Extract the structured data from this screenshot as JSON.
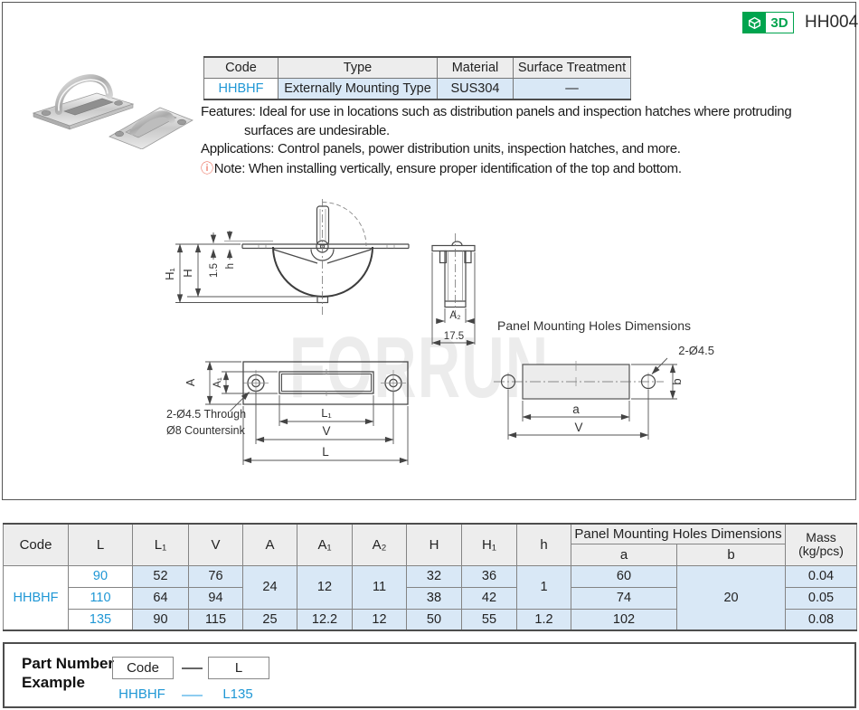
{
  "page": {
    "code": "HH004",
    "badge_3d_label": "3D",
    "watermark": "FORRUN"
  },
  "spec_table": {
    "headers": {
      "code": "Code",
      "type": "Type",
      "material": "Material",
      "surface": "Surface Treatment"
    },
    "values": {
      "code": "HHBHF",
      "type": "Externally Mounting Type",
      "material": "SUS304",
      "surface": "—"
    }
  },
  "description": {
    "features_line1": "Features: Ideal for use in locations such as distribution panels and inspection hatches where protruding",
    "features_line2": "surfaces are undesirable.",
    "applications": "Applications: Control panels, power distribution units, inspection hatches, and more.",
    "note_icon": "ⓘ",
    "note_text": "Note: When installing vertically, ensure proper identification of the top and bottom."
  },
  "drawings": {
    "side_view": {
      "dim_h1": "H₁",
      "dim_h_cap": "H",
      "dim_15": "1.5",
      "dim_h": "h"
    },
    "section_view": {
      "dim_a2": "A₂",
      "dim_175": "17.5"
    },
    "panel_view": {
      "title": "Panel Mounting Holes Dimensions",
      "dim_holes": "2-Ø4.5",
      "dim_b": "b",
      "dim_a": "a",
      "dim_v": "V"
    },
    "front_view": {
      "dim_a": "A",
      "dim_a1": "A₁",
      "callout_line1": "2-Ø4.5 Through",
      "callout_line2": "Ø8 Countersink",
      "dim_l1": "L₁",
      "dim_v": "V",
      "dim_l": "L"
    }
  },
  "dim_table": {
    "headers": {
      "code": "Code",
      "l": "L",
      "l1": "L₁",
      "v": "V",
      "a": "A",
      "a1": "A₁",
      "a2": "A₂",
      "h_cap": "H",
      "h1_cap": "H₁",
      "h": "h",
      "panel": "Panel Mounting Holes Dimensions",
      "pa": "a",
      "pb": "b",
      "mass1": "Mass",
      "mass2": "(kg/pcs)"
    },
    "code": "HHBHF",
    "r1": {
      "l": "90",
      "l1": "52",
      "v": "76",
      "a": "24",
      "a1": "12",
      "a2": "11",
      "h_cap": "32",
      "h1_cap": "36",
      "h": "1",
      "pa": "60",
      "pb": "20",
      "mass": "0.04"
    },
    "r2": {
      "l": "110",
      "l1": "64",
      "v": "94",
      "h_cap": "38",
      "h1_cap": "42",
      "pa": "74",
      "mass": "0.05"
    },
    "r3": {
      "l": "135",
      "l1": "90",
      "v": "115",
      "a": "25",
      "a1": "12.2",
      "a2": "12",
      "h_cap": "50",
      "h1_cap": "55",
      "h": "1.2",
      "pa": "102",
      "mass": "0.08"
    }
  },
  "part_number": {
    "label_line1": "Part Number",
    "label_line2": "Example",
    "box_code": "Code",
    "box_l": "L",
    "example_code": "HHBHF",
    "example_l": "L135"
  }
}
